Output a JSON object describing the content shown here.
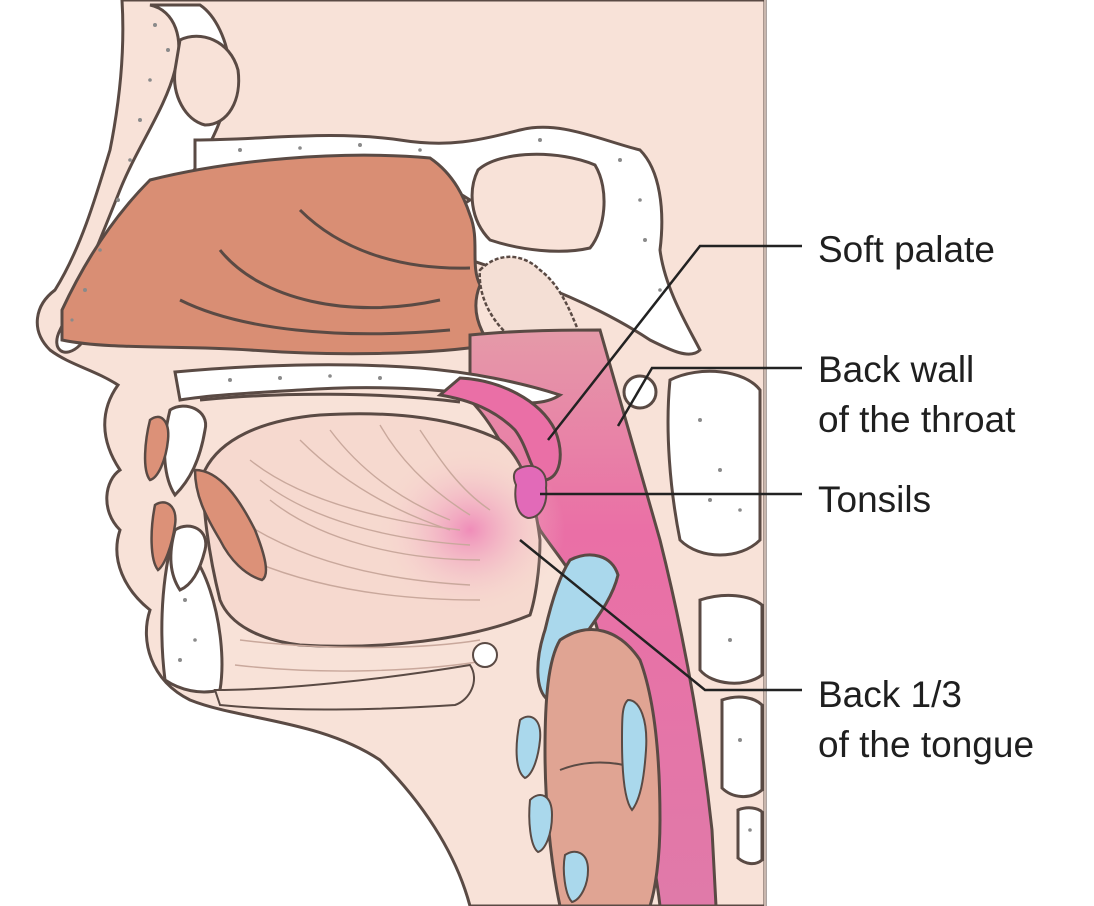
{
  "colors": {
    "skin": "#f8e2d8",
    "skin_outline": "#5a4a44",
    "bone": "#ffffff",
    "bone_dots": "#6e6e6e",
    "nasal_cavity": "#d98e74",
    "soft_tissue": "#dc9178",
    "throat_pink": "#ea6fa6",
    "tonsil": "#e26ab8",
    "cartilage_blue": "#aad8ec",
    "tongue_muscle": "#f6d9cf",
    "leader_line": "#222222"
  },
  "icons": {
    "anatomy": "head-and-neck-sagittal-section"
  },
  "labels": {
    "soft_palate": {
      "lines": [
        "Soft palate"
      ]
    },
    "back_wall": {
      "lines": [
        "Back wall",
        "of the throat"
      ]
    },
    "tonsils": {
      "lines": [
        "Tonsils"
      ]
    },
    "back_tongue": {
      "lines": [
        "Back 1/3",
        "of the tongue"
      ]
    }
  }
}
